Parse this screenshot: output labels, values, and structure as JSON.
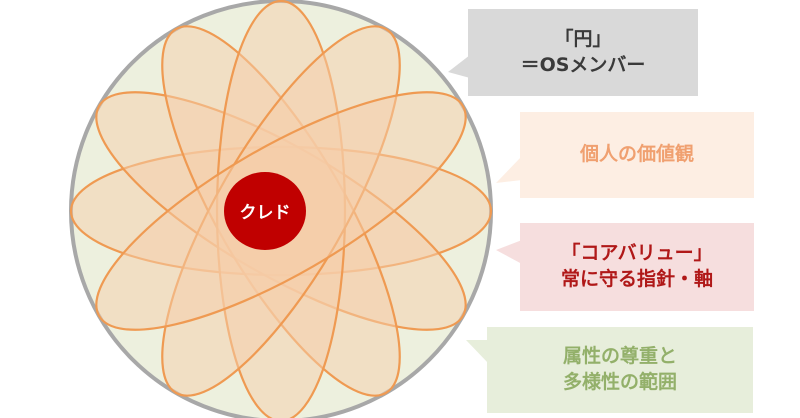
{
  "center": {
    "label": "クレド"
  },
  "callouts": [
    {
      "key": "circle",
      "lines": [
        "「円」",
        "＝OSメンバー"
      ],
      "bg": "#d9d9d9",
      "color": "#3a3a3a"
    },
    {
      "key": "petals",
      "lines": [
        "個人の価値観"
      ],
      "bg": "#fdeee3",
      "color": "#f0a070"
    },
    {
      "key": "core",
      "lines": [
        "「コアバリュー」",
        "常に守る指針・軸"
      ],
      "bg": "#f6dede",
      "color": "#b01818"
    },
    {
      "key": "ground",
      "lines": [
        "属性の尊重と",
        "多様性の範囲"
      ],
      "bg": "#e7eedb",
      "color": "#93b06a"
    }
  ],
  "colors": {
    "outer_fill": "#edf0de",
    "outer_stroke": "#a8a8a8",
    "petal_fill": "#f6cdaa",
    "petal_stroke": "#ef9a52",
    "center_fill": "#c00000",
    "center_text": "#ffffff"
  }
}
